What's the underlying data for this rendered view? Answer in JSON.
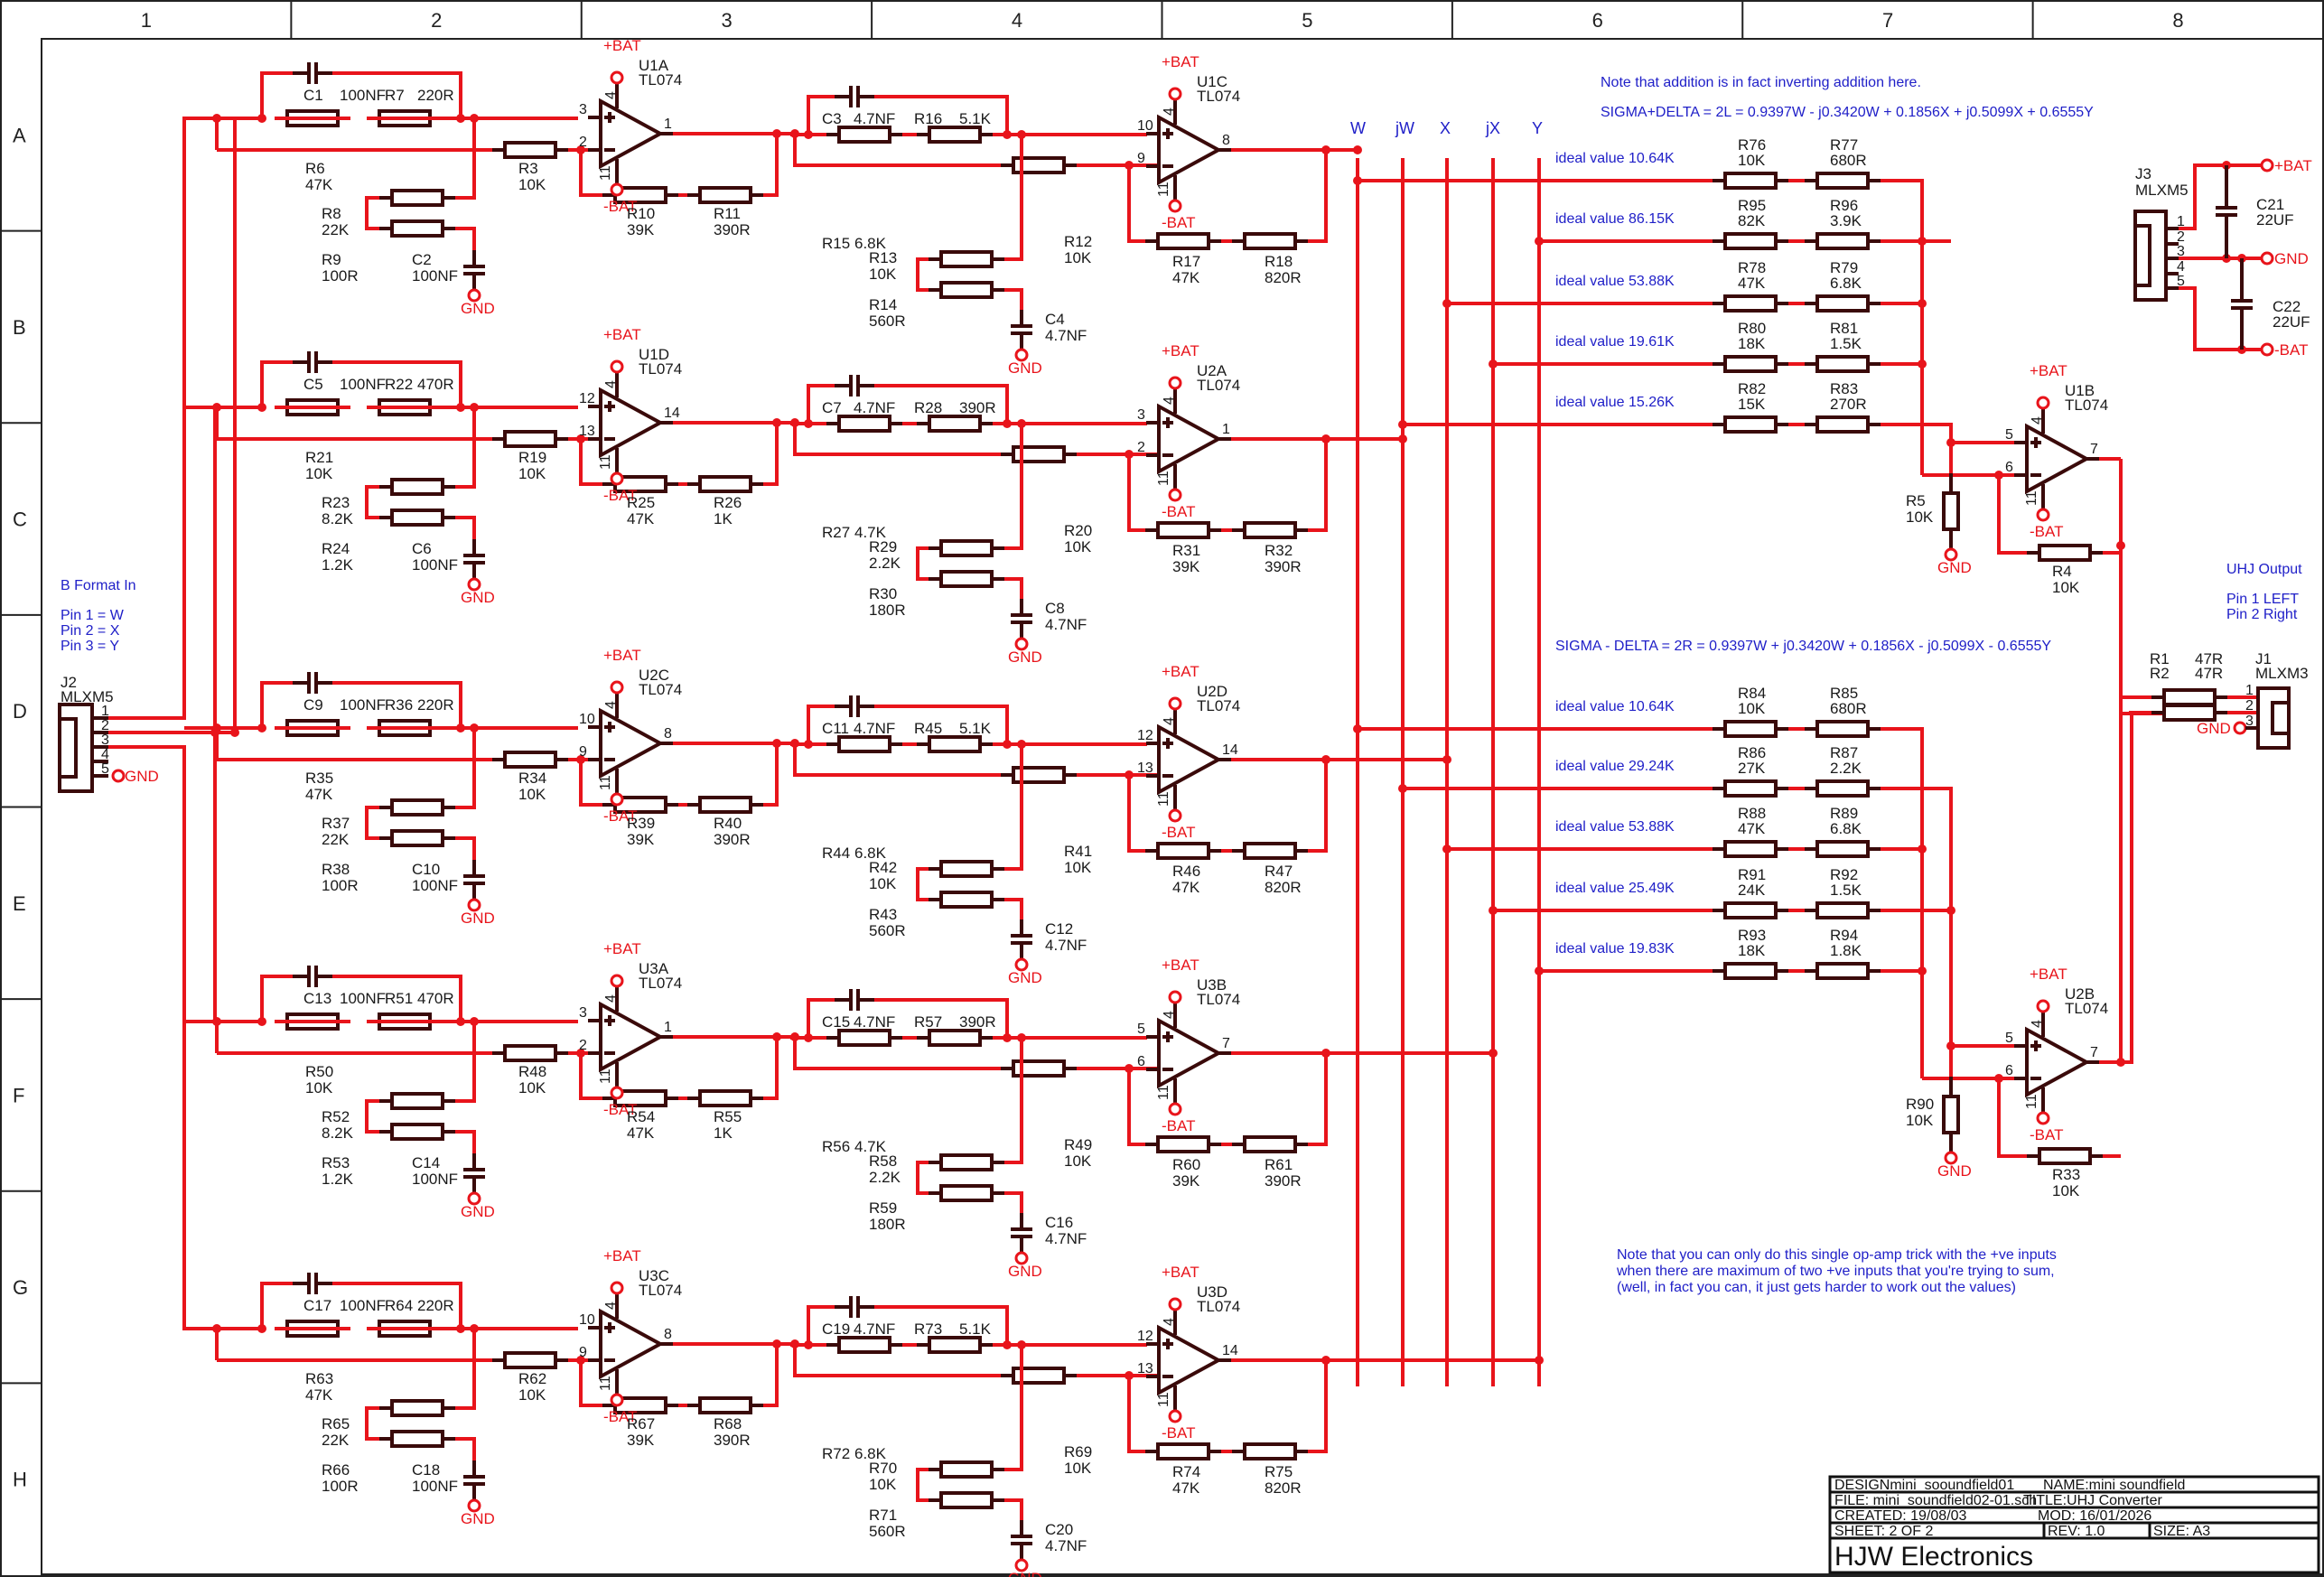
{
  "sheet": {
    "columns": [
      "1",
      "2",
      "3",
      "4",
      "5",
      "6",
      "7",
      "8"
    ],
    "rows": [
      "A",
      "B",
      "C",
      "D",
      "E",
      "F",
      "G",
      "H"
    ]
  },
  "colors": {
    "wire": "#e8141b",
    "component": "#3a0a0a",
    "note": "#2020c8",
    "text": "#1a1a1a"
  },
  "power": {
    "pos": "+BAT",
    "neg": "-BAT",
    "gnd": "GND"
  },
  "notes": {
    "b_format_title": "B Format In",
    "b_format_pins": [
      "Pin 1 = W",
      "Pin 2 = X",
      "Pin 3 = Y"
    ],
    "uhj_title": "UHJ Output",
    "uhj_pins": [
      "Pin 1 LEFT",
      "Pin 2 Right"
    ],
    "inverting_note": "Note that addition is in fact inverting addition here.",
    "eq_left": "SIGMA+DELTA = 2L = 0.9397W - j0.3420W + 0.1856X + j0.5099X + 0.6555Y",
    "eq_right": "SIGMA - DELTA = 2R = 0.9397W +  j0.3420W + 0.1856X - j0.5099X - 0.6555Y",
    "trick_note": [
      "Note that you can only do this single op-amp trick with the +ve inputs",
      "when there are maximum of two +ve inputs that you're trying to sum,",
      "(well, in fact you can, it just gets harder to work out the values)"
    ]
  },
  "bus_labels": [
    "W",
    "jW",
    "X",
    "jX",
    "Y"
  ],
  "stages": [
    {
      "opA": {
        "ref": "U1A",
        "type": "TL074",
        "pins": [
          "3",
          "2",
          "1"
        ]
      },
      "c1": "C1",
      "c1v": "100NF",
      "rs": "R7",
      "rsv": "220R",
      "rin": "R3",
      "rinv": "10K",
      "rg": "R6",
      "rgv": "47K",
      "r8": "R8",
      "r8v": "22K",
      "r9": "R9",
      "r9v": "100R",
      "c2": "C2",
      "c2v": "100NF",
      "rf1": "R10",
      "rf1v": "39K",
      "rf2": "R11",
      "rf2v": "390R",
      "opB": {
        "ref": "U1C",
        "type": "TL074",
        "pins": [
          "10",
          "9",
          "8"
        ]
      },
      "c3": "C3",
      "c3v": "4.7NF",
      "rs2": "R16",
      "rs2v": "5.1K",
      "rg2": "R15",
      "rg2v": "6.8K",
      "rin2": "R12",
      "rin2v": "10K",
      "r13": "R13",
      "r13v": "10K",
      "r14": "R14",
      "r14v": "560R",
      "c4": "C4",
      "c4v": "4.7NF",
      "rf3": "R17",
      "rf3v": "47K",
      "rf4": "R18",
      "rf4v": "820R"
    },
    {
      "opA": {
        "ref": "U1D",
        "type": "TL074",
        "pins": [
          "12",
          "13",
          "14"
        ]
      },
      "c1": "C5",
      "c1v": "100NF",
      "rs": "R22",
      "rsv": "470R",
      "rin": "R19",
      "rinv": "10K",
      "rg": "R21",
      "rgv": "10K",
      "r8": "R23",
      "r8v": "8.2K",
      "r9": "R24",
      "r9v": "1.2K",
      "c2": "C6",
      "c2v": "100NF",
      "rf1": "R25",
      "rf1v": "47K",
      "rf2": "R26",
      "rf2v": "1K",
      "opB": {
        "ref": "U2A",
        "type": "TL074",
        "pins": [
          "3",
          "2",
          "1"
        ]
      },
      "c3": "C7",
      "c3v": "4.7NF",
      "rs2": "R28",
      "rs2v": "390R",
      "rg2": "R27",
      "rg2v": "4.7K",
      "rin2": "R20",
      "rin2v": "10K",
      "r13": "R29",
      "r13v": "2.2K",
      "r14": "R30",
      "r14v": "180R",
      "c4": "C8",
      "c4v": "4.7NF",
      "rf3": "R31",
      "rf3v": "39K",
      "rf4": "R32",
      "rf4v": "390R"
    },
    {
      "opA": {
        "ref": "U2C",
        "type": "TL074",
        "pins": [
          "10",
          "9",
          "8"
        ]
      },
      "c1": "C9",
      "c1v": "100NF",
      "rs": "R36",
      "rsv": "220R",
      "rin": "R34",
      "rinv": "10K",
      "rg": "R35",
      "rgv": "47K",
      "r8": "R37",
      "r8v": "22K",
      "r9": "R38",
      "r9v": "100R",
      "c2": "C10",
      "c2v": "100NF",
      "rf1": "R39",
      "rf1v": "39K",
      "rf2": "R40",
      "rf2v": "390R",
      "opB": {
        "ref": "U2D",
        "type": "TL074",
        "pins": [
          "12",
          "13",
          "14"
        ]
      },
      "c3": "C11",
      "c3v": "4.7NF",
      "rs2": "R45",
      "rs2v": "5.1K",
      "rg2": "R44",
      "rg2v": "6.8K",
      "rin2": "R41",
      "rin2v": "10K",
      "r13": "R42",
      "r13v": "10K",
      "r14": "R43",
      "r14v": "560R",
      "c4": "C12",
      "c4v": "4.7NF",
      "rf3": "R46",
      "rf3v": "47K",
      "rf4": "R47",
      "rf4v": "820R"
    },
    {
      "opA": {
        "ref": "U3A",
        "type": "TL074",
        "pins": [
          "3",
          "2",
          "1"
        ]
      },
      "c1": "C13",
      "c1v": "100NF",
      "rs": "R51",
      "rsv": "470R",
      "rin": "R48",
      "rinv": "10K",
      "rg": "R50",
      "rgv": "10K",
      "r8": "R52",
      "r8v": "8.2K",
      "r9": "R53",
      "r9v": "1.2K",
      "c2": "C14",
      "c2v": "100NF",
      "rf1": "R54",
      "rf1v": "47K",
      "rf2": "R55",
      "rf2v": "1K",
      "opB": {
        "ref": "U3B",
        "type": "TL074",
        "pins": [
          "5",
          "6",
          "7"
        ]
      },
      "c3": "C15",
      "c3v": "4.7NF",
      "rs2": "R57",
      "rs2v": "390R",
      "rg2": "R56",
      "rg2v": "4.7K",
      "rin2": "R49",
      "rin2v": "10K",
      "r13": "R58",
      "r13v": "2.2K",
      "r14": "R59",
      "r14v": "180R",
      "c4": "C16",
      "c4v": "4.7NF",
      "rf3": "R60",
      "rf3v": "39K",
      "rf4": "R61",
      "rf4v": "390R"
    },
    {
      "opA": {
        "ref": "U3C",
        "type": "TL074",
        "pins": [
          "10",
          "9",
          "8"
        ]
      },
      "c1": "C17",
      "c1v": "100NF",
      "rs": "R64",
      "rsv": "220R",
      "rin": "R62",
      "rinv": "10K",
      "rg": "R63",
      "rgv": "47K",
      "r8": "R65",
      "r8v": "22K",
      "r9": "R66",
      "r9v": "100R",
      "c2": "C18",
      "c2v": "100NF",
      "rf1": "R67",
      "rf1v": "39K",
      "rf2": "R68",
      "rf2v": "390R",
      "opB": {
        "ref": "U3D",
        "type": "TL074",
        "pins": [
          "12",
          "13",
          "14"
        ]
      },
      "c3": "C19",
      "c3v": "4.7NF",
      "rs2": "R73",
      "rs2v": "5.1K",
      "rg2": "R72",
      "rg2v": "6.8K",
      "rin2": "R69",
      "rin2v": "10K",
      "r13": "R70",
      "r13v": "10K",
      "r14": "R71",
      "r14v": "560R",
      "c4": "C20",
      "c4v": "4.7NF",
      "rf3": "R74",
      "rf3v": "47K",
      "rf4": "R75",
      "rf4v": "820R"
    }
  ],
  "summers": [
    {
      "rows": [
        {
          "ideal": "ideal value 10.64K",
          "ra": "R76",
          "rav": "10K",
          "rb": "R77",
          "rbv": "680R"
        },
        {
          "ideal": "ideal value 86.15K",
          "ra": "R95",
          "rav": "82K",
          "rb": "R96",
          "rbv": "3.9K"
        },
        {
          "ideal": "ideal value 53.88K",
          "ra": "R78",
          "rav": "47K",
          "rb": "R79",
          "rbv": "6.8K"
        },
        {
          "ideal": "ideal value 19.61K",
          "ra": "R80",
          "rav": "18K",
          "rb": "R81",
          "rbv": "1.5K"
        },
        {
          "ideal": "ideal value 15.26K",
          "ra": "R82",
          "rav": "15K",
          "rb": "R83",
          "rbv": "270R"
        }
      ],
      "op": {
        "ref": "U1B",
        "type": "TL074",
        "pins": [
          "5",
          "6",
          "7"
        ]
      },
      "rgnd": "R5",
      "rgndv": "10K",
      "rfb": "R4",
      "rfbv": "10K"
    },
    {
      "rows": [
        {
          "ideal": "ideal value 10.64K",
          "ra": "R84",
          "rav": "10K",
          "rb": "R85",
          "rbv": "680R"
        },
        {
          "ideal": "ideal value 29.24K",
          "ra": "R86",
          "rav": "27K",
          "rb": "R87",
          "rbv": "2.2K"
        },
        {
          "ideal": "ideal value 53.88K",
          "ra": "R88",
          "rav": "47K",
          "rb": "R89",
          "rbv": "6.8K"
        },
        {
          "ideal": "ideal value 25.49K",
          "ra": "R91",
          "rav": "24K",
          "rb": "R92",
          "rbv": "1.5K"
        },
        {
          "ideal": "ideal value 19.83K",
          "ra": "R93",
          "rav": "18K",
          "rb": "R94",
          "rbv": "1.8K"
        }
      ],
      "op": {
        "ref": "U2B",
        "type": "TL074",
        "pins": [
          "5",
          "6",
          "7"
        ]
      },
      "rgnd": "R90",
      "rgndv": "10K",
      "rfb": "R33",
      "rfbv": "10K"
    }
  ],
  "op_supply_pins": [
    "4",
    "11"
  ],
  "connectors": {
    "j2": {
      "ref": "J2",
      "type": "MLXM5",
      "pins": [
        "1",
        "2",
        "3",
        "4",
        "5"
      ]
    },
    "j3": {
      "ref": "J3",
      "type": "MLXM5",
      "pins": [
        "1",
        "2",
        "3",
        "4",
        "5"
      ]
    },
    "j1": {
      "ref": "J1",
      "type": "MLXM3",
      "pins": [
        "1",
        "2",
        "3"
      ]
    }
  },
  "supply_caps": [
    {
      "ref": "C21",
      "value": "22UF"
    },
    {
      "ref": "C22",
      "value": "22UF"
    }
  ],
  "output_resistors": {
    "r1": "R1",
    "r1v": "47R",
    "r2": "R2",
    "r2v": "47R"
  },
  "title_block": {
    "design": "DESIGNmini_sooundfield01",
    "name": "NAME:mini soundfield",
    "file": "FILE: mini_soundfield02-01.sch",
    "title": "TITLE:UHJ Converter",
    "created": "CREATED:  19/08/03",
    "mod": "MOD: 16/01/2026",
    "sheet": "SHEET: 2    OF  2",
    "rev": "REV:  1.0",
    "size": "SIZE: A3",
    "company": "HJW Electronics"
  }
}
